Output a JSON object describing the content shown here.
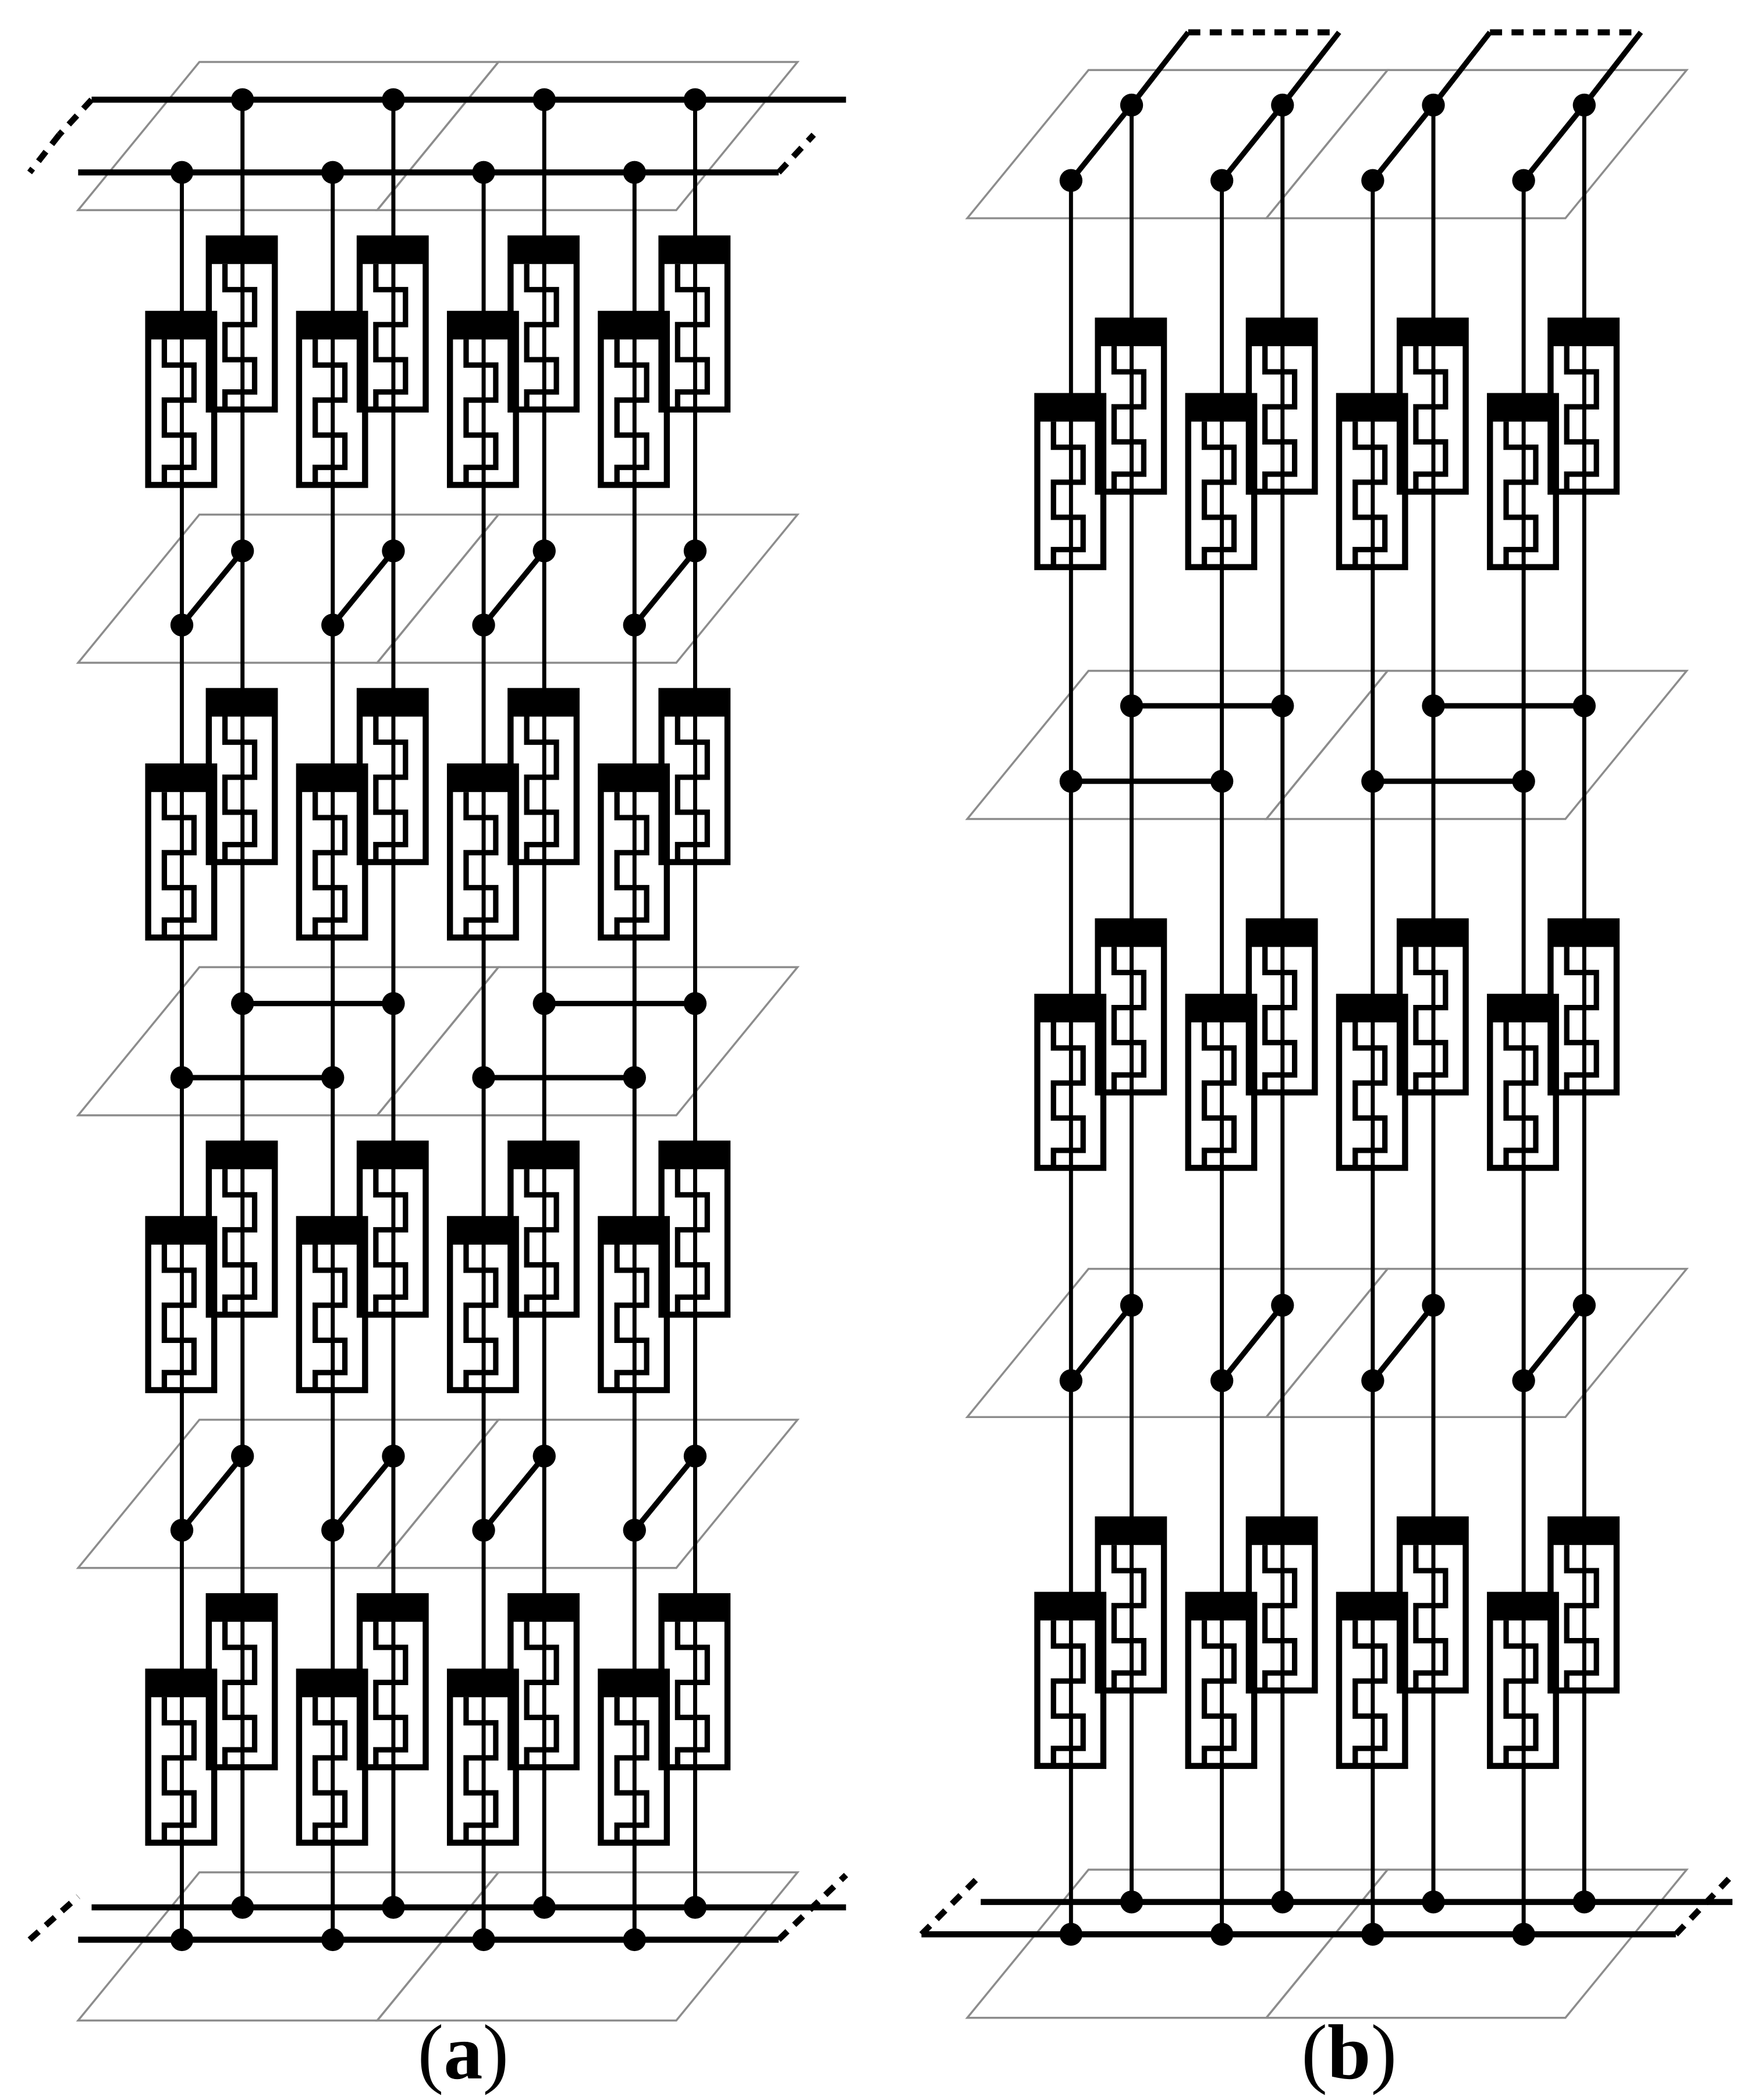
{
  "captions": {
    "a": "a",
    "b": "b"
  },
  "colors": {
    "wire": "#000000",
    "plane": "#8c8c8c",
    "background": "#ffffff"
  },
  "panel_a": {
    "columns": 4,
    "resistor_rows": 4,
    "connection_layers": [
      "bus",
      "switch",
      "cross-link",
      "switch",
      "bus"
    ]
  },
  "panel_b": {
    "columns": 4,
    "resistor_rows": 3,
    "connection_layers": [
      "switch-dashed",
      "cross-link",
      "switch",
      "bus"
    ]
  }
}
